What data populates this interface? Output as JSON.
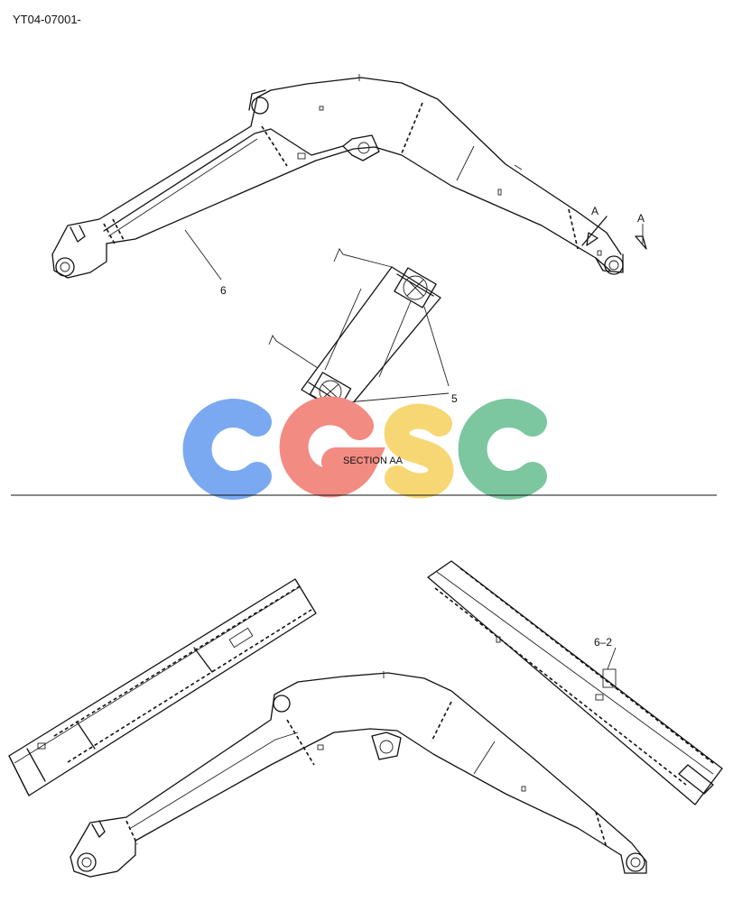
{
  "header": {
    "part_code": "YT04-07001-"
  },
  "labels": {
    "callout_6": "6",
    "callout_5": "5",
    "callout_6_2": "6–2",
    "section_marker_top": "A",
    "section_marker_arrow": "A",
    "section_caption": "SECTION AA"
  },
  "watermark": {
    "text": "CGSC",
    "colors": [
      "#7aa9f2",
      "#f28b82",
      "#f7d774",
      "#7cc6a0"
    ]
  }
}
